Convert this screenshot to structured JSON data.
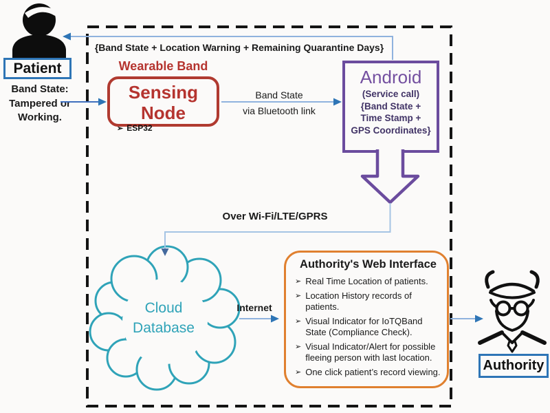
{
  "colors": {
    "accent_red": "#B5342F",
    "accent_purple": "#6B4C9E",
    "accent_teal": "#2FA3B8",
    "accent_orange": "#E0802F",
    "label_box_blue": "#2E75B6",
    "connector_blue": "#8FB2DE",
    "arrowhead_blue": "#2E75B6",
    "text_black": "#1A1A1A"
  },
  "patient": {
    "label": "Patient",
    "state_line1": "Band State:",
    "state_line2": "Tampered or",
    "state_line3": "Working."
  },
  "feedback_label": "{Band State + Location Warning + Remaining Quarantine Days}",
  "wearable_band_label": "Wearable Band",
  "sensing_node": {
    "title": "Sensing Node",
    "bullet_glyph": "➢",
    "bullet": "ESP32"
  },
  "bluetooth_link": {
    "line1": "Band State",
    "line2": "via Bluetooth link"
  },
  "android": {
    "title": "Android",
    "line1": "(Service call)",
    "line2": "{Band State +",
    "line3": "Time Stamp +",
    "line4": "GPS Coordinates}"
  },
  "wifi_label": "Over Wi-Fi/LTE/GPRS",
  "cloud": {
    "line1": "Cloud",
    "line2": "Database"
  },
  "internet_label": "Internet",
  "web_interface": {
    "title": "Authority's Web Interface",
    "bullet_glyph": "➢",
    "bullets": [
      "Real Time Location of patients.",
      "Location History records of patients.",
      "Visual Indicator for IoTQBand State (Compliance Check).",
      "Visual Indicator/Alert for possible fleeing person with last location.",
      "One click patient’s record viewing."
    ]
  },
  "authority": {
    "label": "Authority"
  }
}
